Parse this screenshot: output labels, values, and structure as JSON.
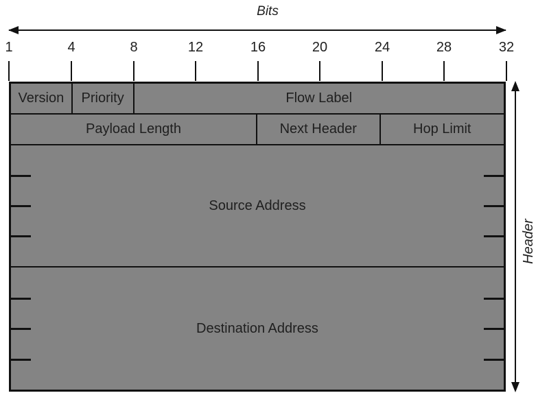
{
  "diagram": {
    "bits_axis_label": "Bits",
    "header_axis_label": "Header",
    "bit_scale": [
      "1",
      "4",
      "8",
      "12",
      "16",
      "20",
      "24",
      "28",
      "32"
    ],
    "table": {
      "rows": [
        {
          "cells": [
            {
              "label": "Version",
              "span_eighths": 1
            },
            {
              "label": "Priority",
              "span_eighths": 1
            },
            {
              "label": "Flow Label",
              "span_eighths": 6
            }
          ]
        },
        {
          "cells": [
            {
              "label": "Payload Length",
              "span_eighths": 4
            },
            {
              "label": "Next Header",
              "span_eighths": 2
            },
            {
              "label": "Hop Limit",
              "span_eighths": 2
            }
          ]
        },
        {
          "cells": [
            {
              "label": "Source Address",
              "span_eighths": 8
            }
          ]
        },
        {
          "cells": [
            {
              "label": "Destination Address",
              "span_eighths": 8
            }
          ]
        }
      ]
    },
    "colors": {
      "cell_fill": "#848484",
      "line": "#111111",
      "text": "#1f1f1f",
      "background": "#ffffff"
    }
  }
}
